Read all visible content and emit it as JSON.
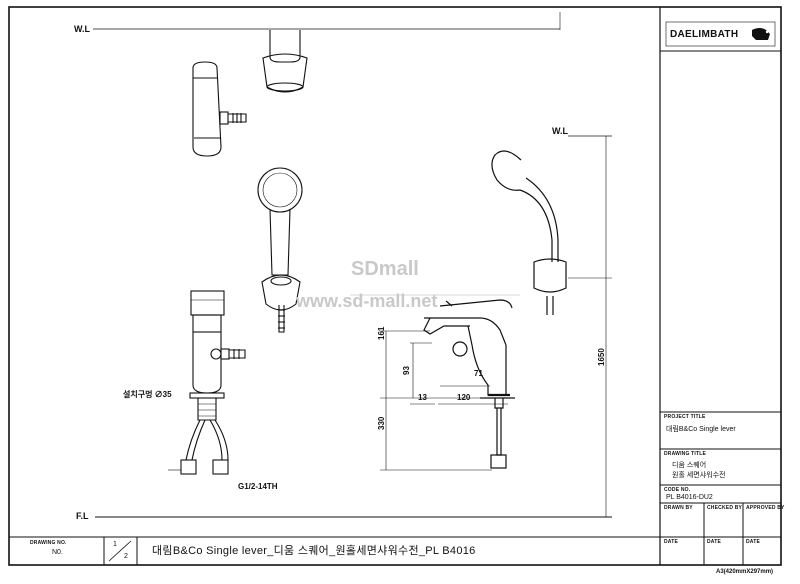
{
  "brand": {
    "logo_text": "DAELIMBATH"
  },
  "watermark": {
    "line1": "SDmall",
    "line2": "www.sd-mall.net"
  },
  "levels": {
    "water_line_top": "W.L",
    "water_line_side": "W.L",
    "floor_line": "F.L"
  },
  "dimensions": {
    "d161": "161",
    "d93": "93",
    "d1650": "1650",
    "d71": "71",
    "d13": "13",
    "d120": "120",
    "d330": "330"
  },
  "notes": {
    "install_hole": "설치구멍 ∅35",
    "thread": "G1/2-14TH"
  },
  "title_block": {
    "project_title_label": "PROJECT TITLE",
    "project_title": "대림B&Co  Single lever",
    "drawing_title_label": "DRAWING TITLE",
    "drawing_title_1": "디움 스퀘어",
    "drawing_title_2": "원홀 세면샤워수전",
    "code_no_label": "CODE NO.",
    "code_no": "PL B4016-DU2",
    "drawn_by": "DRAWN BY",
    "checked_by": "CHECKED BY",
    "approved_by": "APPROVED BY",
    "date": "DATE"
  },
  "footer": {
    "drawing_no_label": "DRAWING NO.",
    "drawing_no": "N0.",
    "sheet_num": "1",
    "sheet_den": "2",
    "title": "대림B&Co  Single lever_디움 스퀘어_원홀세면샤워수전_PL  B4016",
    "paper_size": "A3(420mmX297mm)"
  }
}
